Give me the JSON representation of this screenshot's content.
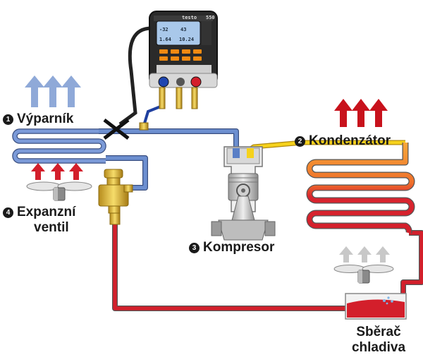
{
  "labels": {
    "evaporator": {
      "num": "1",
      "text": "Výparník"
    },
    "condenser": {
      "num": "2",
      "text": "Kondenzátor"
    },
    "compressor": {
      "num": "3",
      "text": "Kompresor"
    },
    "expansion_valve": {
      "num": "4",
      "line1": "Expanzní",
      "line2": "ventil"
    },
    "receiver": {
      "line1": "Sběrač",
      "line2": "chladiva"
    }
  },
  "gauge": {
    "brand": "testo",
    "model": "550",
    "readings": [
      "-32",
      "43",
      "1.64",
      "10.24"
    ]
  },
  "colors": {
    "cold": "#5a7fc6",
    "cold_arrow": "#8fa9d8",
    "hot": "#d31f2b",
    "warm": "#f0a040",
    "gas": "#f6d21b",
    "valve": "#e4c23a",
    "gray_arrow": "#c8c8c8"
  },
  "icons": [
    "up-arrow-icon",
    "fan-icon",
    "piston-icon",
    "valve-icon",
    "gauge-icon"
  ]
}
